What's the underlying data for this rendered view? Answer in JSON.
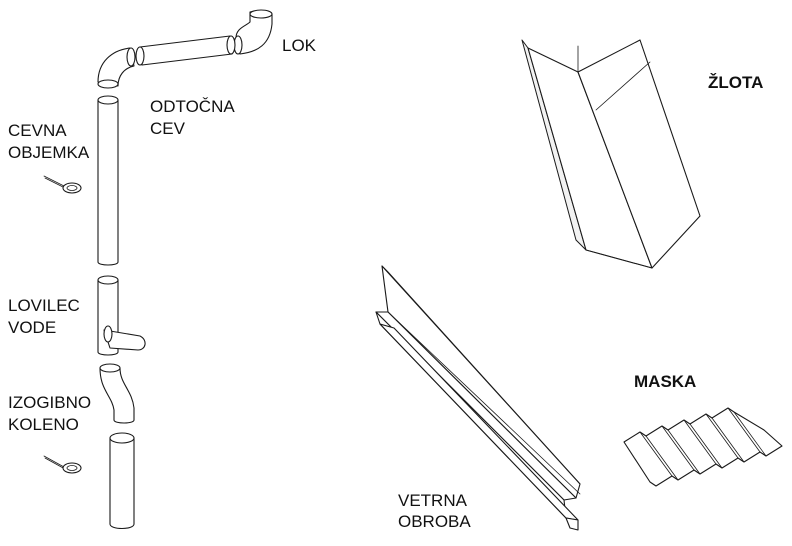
{
  "labels": {
    "lok": "LOK",
    "odtocna_cev_1": "ODTOČNA",
    "odtocna_cev_2": "CEV",
    "cevna_objemka_1": "CEVNA",
    "cevna_objemka_2": "OBJEMKA",
    "lovilec_vode_1": "LOVILEC",
    "lovilec_vode_2": "VODE",
    "izogibno_koleno_1": "IZOGIBNO",
    "izogibno_koleno_2": "KOLENO",
    "zlota": "ŽLOTA",
    "maska": "MASKA",
    "vetrna_obroba_1": "VETRNA",
    "vetrna_obroba_2": "OBROBA"
  }
}
